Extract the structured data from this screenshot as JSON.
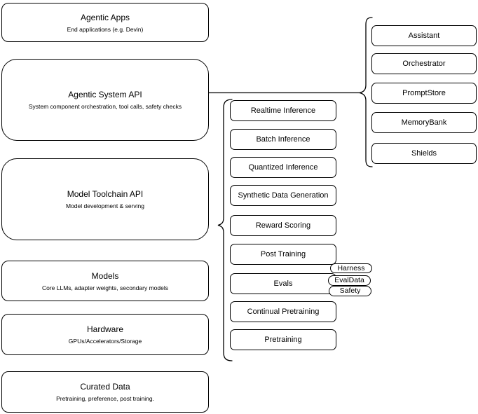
{
  "diagram": {
    "stack": [
      {
        "title": "Agentic Apps",
        "subtitle": "End applications (e.g. Devin)"
      },
      {
        "title": "Agentic System API",
        "subtitle": "System component orchestration, tool calls, safety checks"
      },
      {
        "title": "Model Toolchain API",
        "subtitle": "Model development & serving"
      },
      {
        "title": "Models",
        "subtitle": "Core LLMs, adapter weights, secondary models"
      },
      {
        "title": "Hardware",
        "subtitle": "GPUs/Accelerators/Storage"
      },
      {
        "title": "Curated Data",
        "subtitle": "Pretraining, preference, post training."
      }
    ],
    "toolchain_services": [
      {
        "label": "Realtime Inference"
      },
      {
        "label": "Batch Inference"
      },
      {
        "label": "Quantized Inference"
      },
      {
        "label": "Synthetic Data Generation"
      },
      {
        "label": "Reward Scoring"
      },
      {
        "label": "Post Training"
      },
      {
        "label": "Evals"
      },
      {
        "label": "Continual Pretraining"
      },
      {
        "label": "Pretraining"
      }
    ],
    "eval_badges": [
      {
        "label": "Harness"
      },
      {
        "label": "EvalData"
      },
      {
        "label": "Safety"
      }
    ],
    "system_components": [
      {
        "label": "Assistant"
      },
      {
        "label": "Orchestrator"
      },
      {
        "label": "PromptStore"
      },
      {
        "label": "MemoryBank"
      },
      {
        "label": "Shields"
      }
    ],
    "colors": {
      "stroke": "#000000",
      "fill": "#ffffff",
      "background": "#ffffff"
    }
  }
}
